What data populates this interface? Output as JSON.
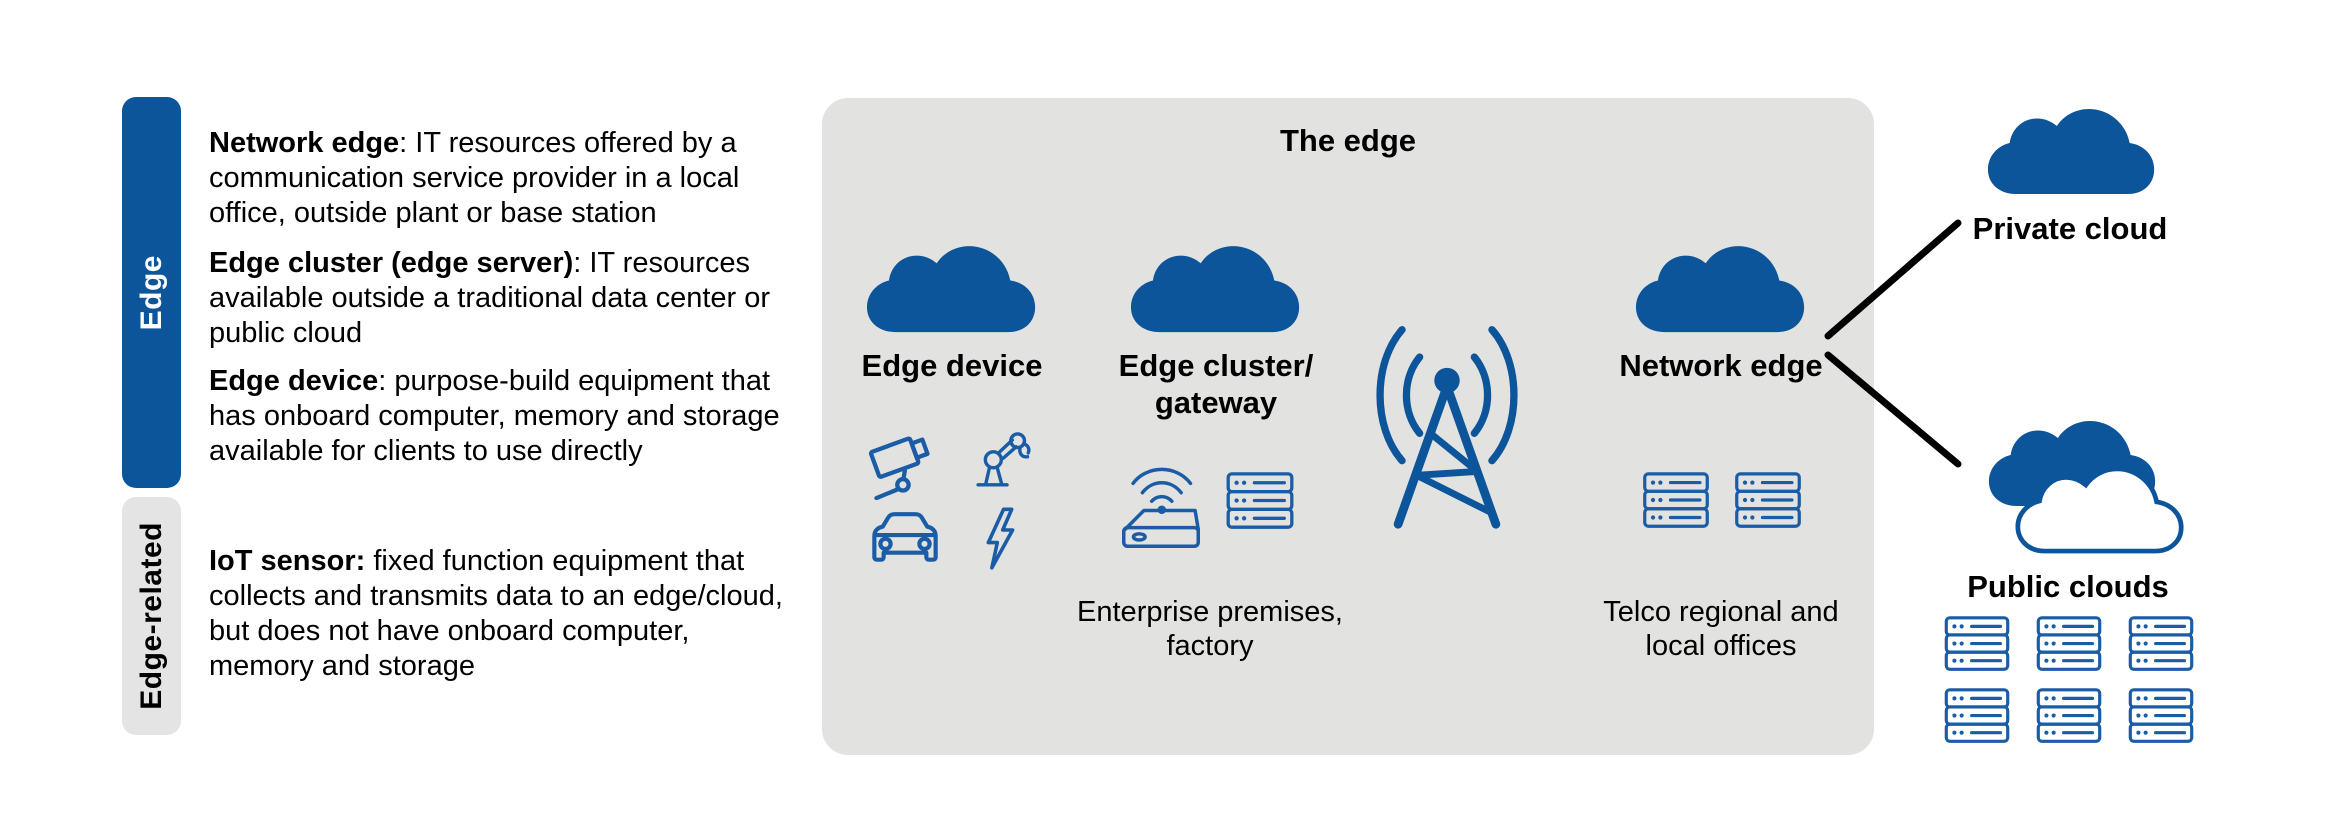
{
  "colors": {
    "solid_blue": "#0c559b",
    "icon_blue": "#1a5ca5",
    "panel_gray": "#e2e2e1",
    "bar_gray": "#e4e4e4",
    "text_black": "#000000",
    "connector_black": "#000000",
    "background_white": "#ffffff"
  },
  "legend": {
    "edge_bar_label": "Edge",
    "edge_related_bar_label": "Edge-related",
    "definitions": [
      {
        "term": "Network edge",
        "rest": ": IT resources offered by a communication service provider in a local office, outside plant or base station"
      },
      {
        "term": "Edge cluster (edge server)",
        "rest": ": IT resources available outside a traditional data center or public cloud"
      },
      {
        "term": "Edge device",
        "rest": ": purpose-build equipment that has onboard computer, memory and storage available for clients to use directly"
      },
      {
        "term": "IoT sensor:",
        "rest": " fixed function equipment that collects and transmits data to an edge/cloud, but does not have onboard computer, memory and storage"
      }
    ]
  },
  "edge_panel": {
    "title": "The edge",
    "edge_device_label": "Edge device",
    "edge_cluster_label": "Edge cluster/\ngateway",
    "network_edge_label": "Network edge",
    "enterprise_caption": "Enterprise premises,\nfactory",
    "telco_caption": "Telco regional and\nlocal offices"
  },
  "clouds_right": {
    "private_label": "Private cloud",
    "public_label": "Public clouds"
  },
  "icons": {
    "edge_device_node": "cloud-icon",
    "edge_cluster_node": "cloud-icon",
    "network_edge_node": "cloud-icon",
    "edge_device_examples": [
      "security-camera-icon",
      "robot-arm-icon",
      "car-icon",
      "lightning-bolt-icon"
    ],
    "edge_cluster_equipment": [
      "wifi-gateway-icon",
      "server-rack-icon"
    ],
    "between_nodes": "radio-tower-icon",
    "network_edge_equipment": [
      "server-rack-icon",
      "server-rack-icon"
    ],
    "private_cloud": "cloud-icon",
    "public_clouds": [
      "cloud-icon",
      "cloud-outline-icon"
    ],
    "public_cloud_server_count": 6
  }
}
